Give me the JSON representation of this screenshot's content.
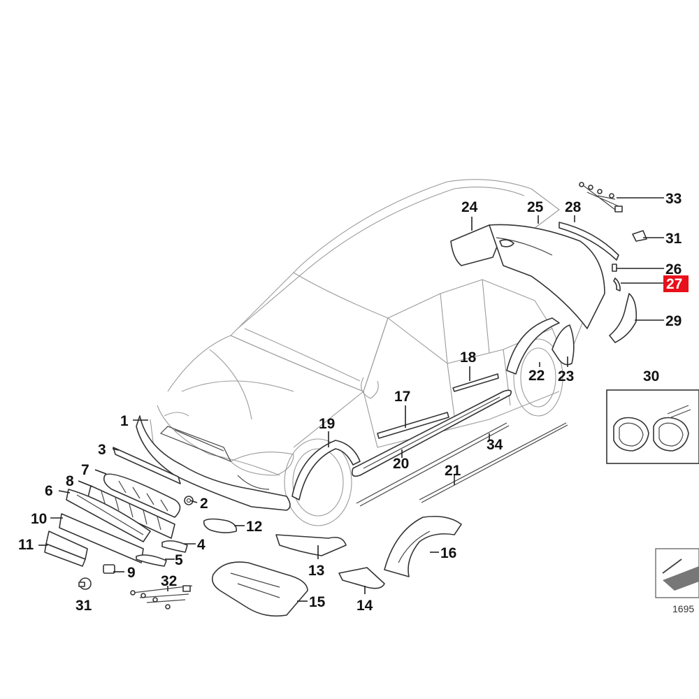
{
  "diagram": {
    "highlighted_part": "27",
    "highlight_color": "#e8101a",
    "line_color": "#222222",
    "callouts": [
      "1",
      "2",
      "3",
      "4",
      "5",
      "6",
      "7",
      "8",
      "9",
      "10",
      "11",
      "12",
      "13",
      "14",
      "15",
      "16",
      "17",
      "18",
      "19",
      "20",
      "21",
      "22",
      "23",
      "24",
      "25",
      "26",
      "27",
      "28",
      "29",
      "30",
      "31",
      "31",
      "32",
      "33",
      "34"
    ],
    "footer_id": "1695"
  }
}
